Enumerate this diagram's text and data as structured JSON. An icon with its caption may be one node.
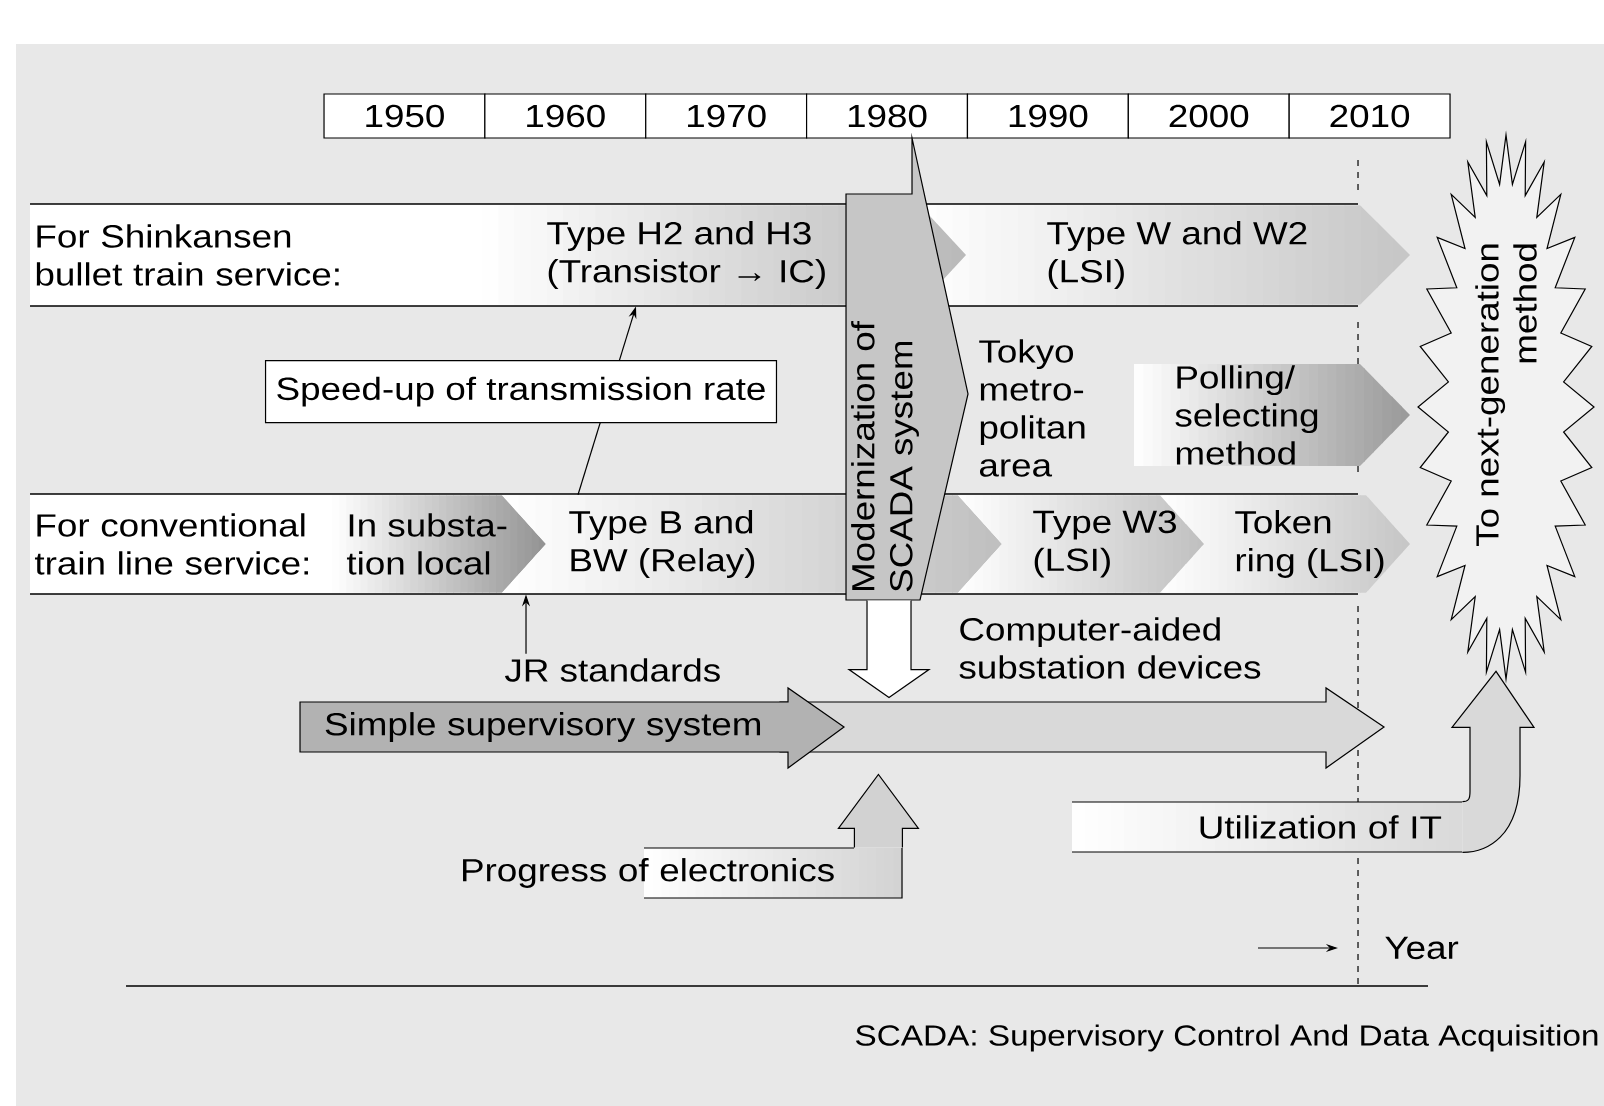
{
  "diagram": {
    "nodes": [
      {
        "text": [
          "1950"
        ]
      },
      {
        "text": [
          "1960"
        ]
      },
      {
        "text": [
          "1970"
        ]
      },
      {
        "text": [
          "1980"
        ]
      },
      {
        "text": [
          "1990"
        ]
      },
      {
        "text": [
          "2000"
        ]
      },
      {
        "text": [
          "2010"
        ]
      },
      {
        "text": [
          "For Shinkansen bullet train service:"
        ]
      },
      {
        "text": [
          "Type H2 and H3 (Transistor → IC)"
        ],
        "in": 7
      },
      {
        "text": [
          "Type W and W2 (LSI)"
        ]
      },
      {
        "text": [
          "For conventional train line service:"
        ]
      },
      {
        "text": [
          "In substa- tion local"
        ],
        "in": 10
      },
      {
        "text": [
          "Type B and BW (Relay)"
        ],
        "in": 10
      },
      {
        "text": [
          "Type W3 (LSI)"
        ],
        "in": 10
      },
      {
        "text": [
          "Token ring (LSI)"
        ]
      },
      {
        "text": [
          "Polling/ selecting method"
        ]
      },
      {
        "text": [
          "Modernization of SCADA system"
        ]
      },
      {
        "text": [
          "To next-generation method"
        ]
      },
      {
        "text": [
          "Simple supervisory system"
        ]
      },
      {
        "text": [
          "Progress of electronics"
        ]
      },
      {
        "text": [
          "Utilization of IT"
        ]
      },
      {
        "text": [
          "JR standards"
        ]
      }
    ],
    "edges": [
      {
        "from": 16,
        "to": 18,
        "arrow": "to"
      },
      {
        "from": 19,
        "to": 18,
        "arrow": "to"
      },
      {
        "from": 20,
        "to": 17,
        "arrow": "to"
      },
      {
        "from": 12,
        "to": 8,
        "arrow": "to",
        "label": "Speed-up of transmission rate"
      },
      {
        "from": 21,
        "to": 10,
        "arrow": "to"
      }
    ],
    "labels": [
      "Tokyo metro- politan area",
      "Computer-aided substation devices",
      "Year",
      "SCADA: Supervisory Control And Data Acquisition"
    ]
  }
}
